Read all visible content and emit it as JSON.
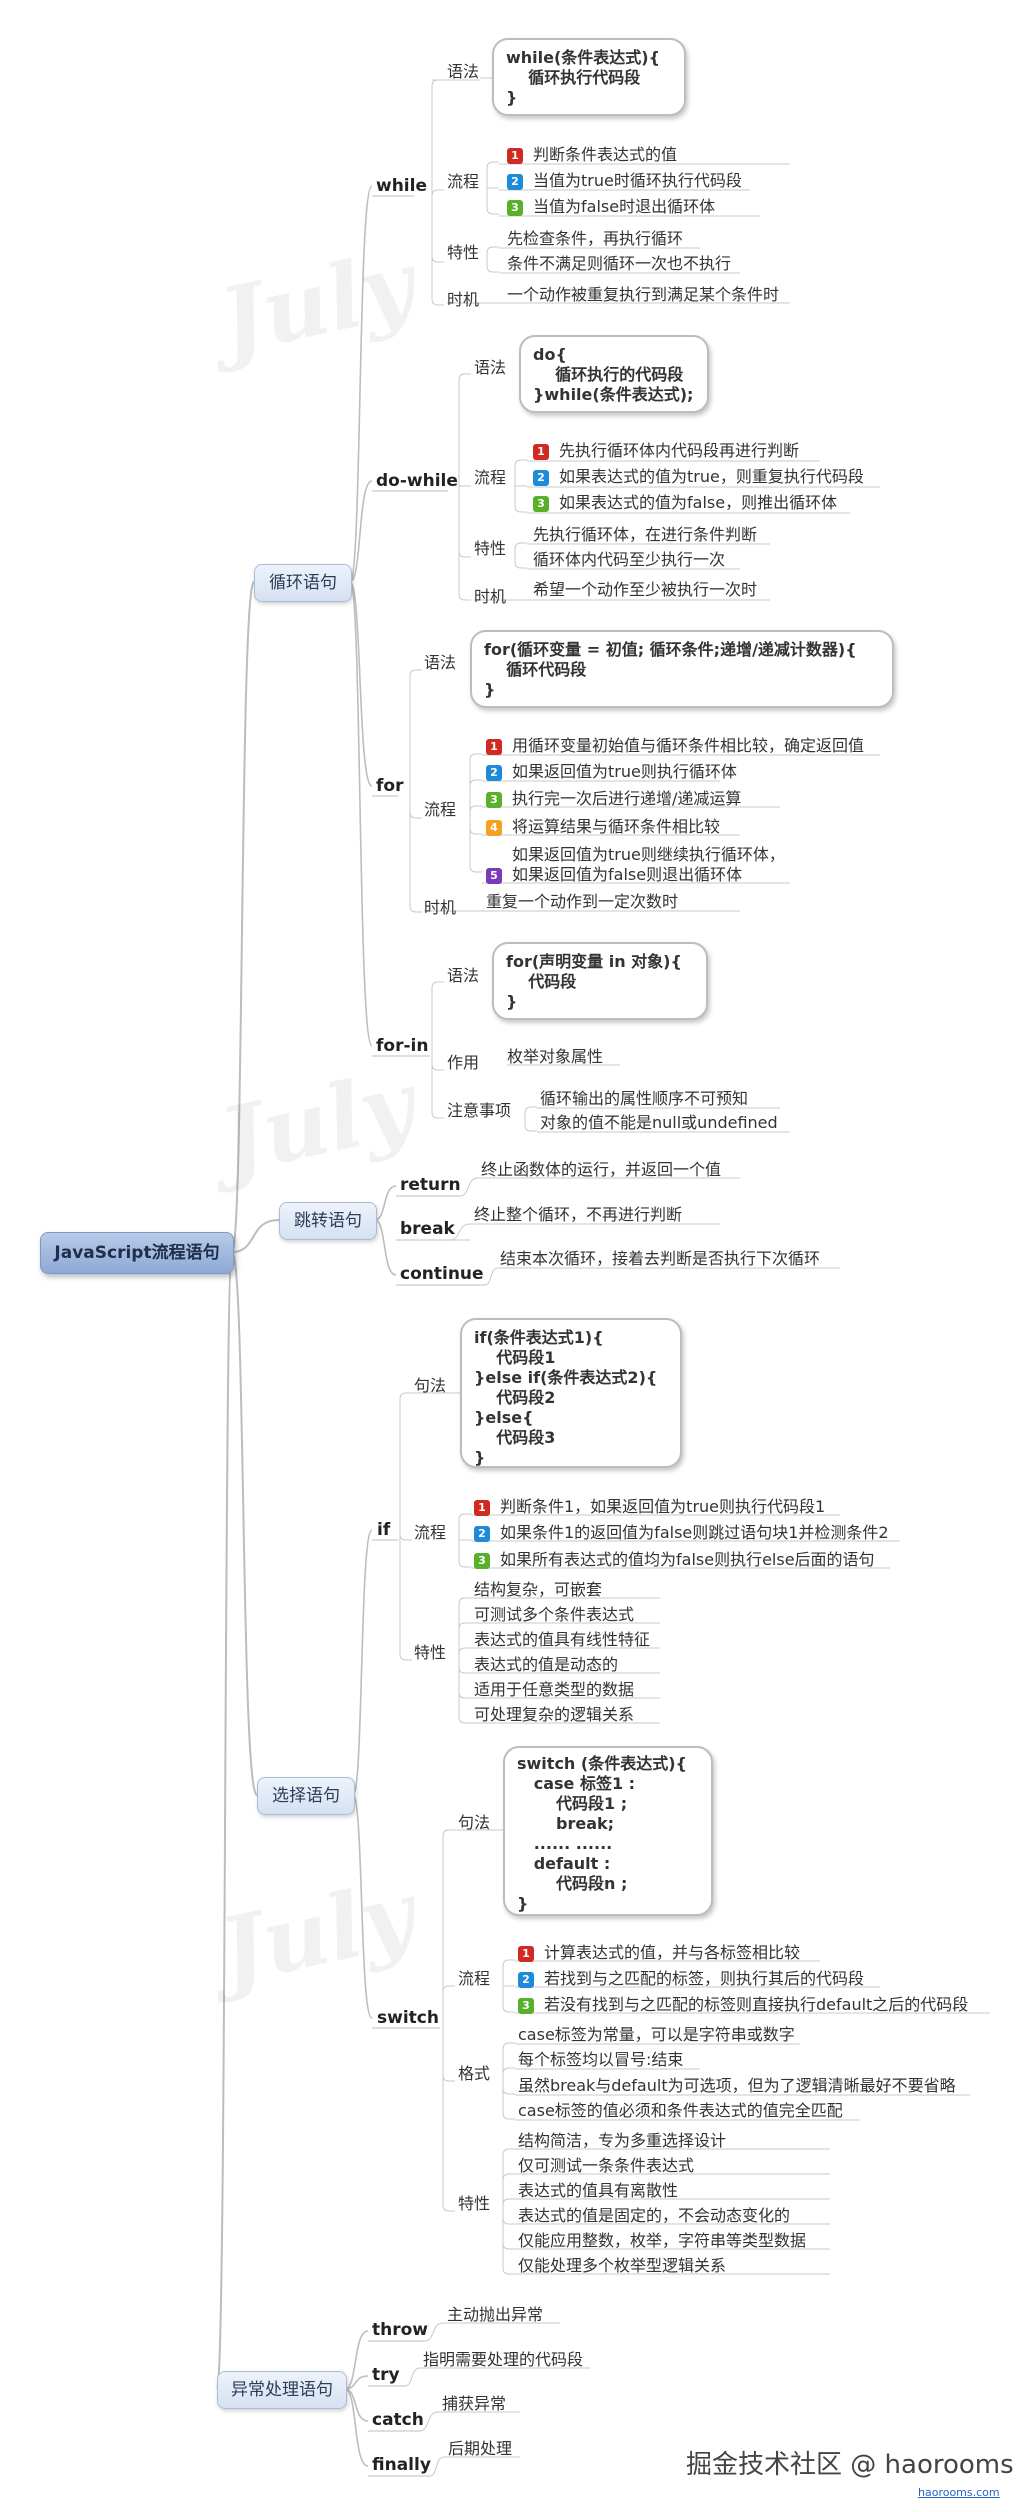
{
  "root": "JavaScript流程语句",
  "cats": {
    "loop": "循环语句",
    "jump": "跳转语句",
    "select": "选择语句",
    "exception": "异常处理语句"
  },
  "while": {
    "name": "while",
    "syntax_label": "语法",
    "code": [
      "while(条件表达式){",
      "    循环执行代码段",
      "}"
    ],
    "flow_label": "流程",
    "flow": [
      "判断条件表达式的值",
      "当值为true时循环执行代码段",
      "当值为false时退出循环体"
    ],
    "feature_label": "特性",
    "features": [
      "先检查条件，再执行循环",
      "条件不满足则循环一次也不执行"
    ],
    "timing_label": "时机",
    "timing": "一个动作被重复执行到满足某个条件时"
  },
  "dowhile": {
    "name": "do-while",
    "syntax_label": "语法",
    "code": [
      "do{",
      "    循环执行的代码段",
      "}while(条件表达式);"
    ],
    "flow_label": "流程",
    "flow": [
      "先执行循环体内代码段再进行判断",
      "如果表达式的值为true，则重复执行代码段",
      "如果表达式的值为false，则推出循环体"
    ],
    "feature_label": "特性",
    "features": [
      "先执行循环体，在进行条件判断",
      "循环体内代码至少执行一次"
    ],
    "timing_label": "时机",
    "timing": "希望一个动作至少被执行一次时"
  },
  "for": {
    "name": "for",
    "syntax_label": "语法",
    "code": [
      "for(循环变量 = 初值; 循环条件;递增/递减计数器){",
      "    循环代码段",
      "}"
    ],
    "flow_label": "流程",
    "flow": [
      "用循环变量初始值与循环条件相比较，确定返回值",
      "如果返回值为true则执行循环体",
      "执行完一次后进行递增/递减运算",
      "将运算结果与循环条件相比较",
      "如果返回值为true则继续执行循环体，",
      "如果返回值为false则退出循环体"
    ],
    "timing_label": "时机",
    "timing": "重复一个动作到一定次数时"
  },
  "forin": {
    "name": "for-in",
    "syntax_label": "语法",
    "code": [
      "for(声明变量 in 对象){",
      "    代码段",
      "}"
    ],
    "use_label": "作用",
    "use": "枚举对象属性",
    "notes_label": "注意事项",
    "notes": [
      "循环输出的属性顺序不可预知",
      "对象的值不能是null或undefined"
    ]
  },
  "jump": [
    {
      "name": "return",
      "desc": "终止函数体的运行，并返回一个值"
    },
    {
      "name": "break",
      "desc": "终止整个循环，不再进行判断"
    },
    {
      "name": "continue",
      "desc": "结束本次循环，接着去判断是否执行下次循环"
    }
  ],
  "if": {
    "name": "if",
    "syntax_label": "句法",
    "code": [
      "if(条件表达式1){",
      "    代码段1",
      "}else if(条件表达式2){",
      "    代码段2",
      "}else{",
      "    代码段3",
      "}"
    ],
    "flow_label": "流程",
    "flow": [
      "判断条件1，如果返回值为true则执行代码段1",
      "如果条件1的返回值为false则跳过语句块1并检测条件2",
      "如果所有表达式的值均为false则执行else后面的语句"
    ],
    "feature_label": "特性",
    "features": [
      "结构复杂，可嵌套",
      "可测试多个条件表达式",
      "表达式的值具有线性特征",
      "表达式的值是动态的",
      "适用于任意类型的数据",
      "可处理复杂的逻辑关系"
    ]
  },
  "switch": {
    "name": "switch",
    "syntax_label": "句法",
    "code": [
      "switch (条件表达式){",
      "   case 标签1 :",
      "       代码段1 ;",
      "       break;",
      "   ...... ......",
      "   default :",
      "       代码段n ;",
      "}"
    ],
    "flow_label": "流程",
    "flow": [
      "计算表达式的值，并与各标签相比较",
      "若找到与之匹配的标签，则执行其后的代码段",
      "若没有找到与之匹配的标签则直接执行default之后的代码段"
    ],
    "format_label": "格式",
    "formats": [
      "case标签为常量，可以是字符串或数字",
      "每个标签均以冒号:结束",
      "虽然break与default为可选项，但为了逻辑清晰最好不要省略",
      "case标签的值必须和条件表达式的值完全匹配"
    ],
    "feature_label": "特性",
    "features": [
      "结构简洁，专为多重选择设计",
      "仅可测试一条条件表达式",
      "表达式的值具有离散性",
      "表达式的值是固定的，不会动态变化的",
      "仅能应用整数，枚举，字符串等类型数据",
      "仅能处理多个枚举型逻辑关系"
    ]
  },
  "exception": [
    {
      "name": "throw",
      "desc": "主动抛出异常"
    },
    {
      "name": "try",
      "desc": "指明需要处理的代码段"
    },
    {
      "name": "catch",
      "desc": "捕获异常"
    },
    {
      "name": "finally",
      "desc": "后期处理"
    }
  ],
  "watermark": "July",
  "footer": "掘金技术社区 @ haorooms",
  "footer_url": "haorooms.com"
}
